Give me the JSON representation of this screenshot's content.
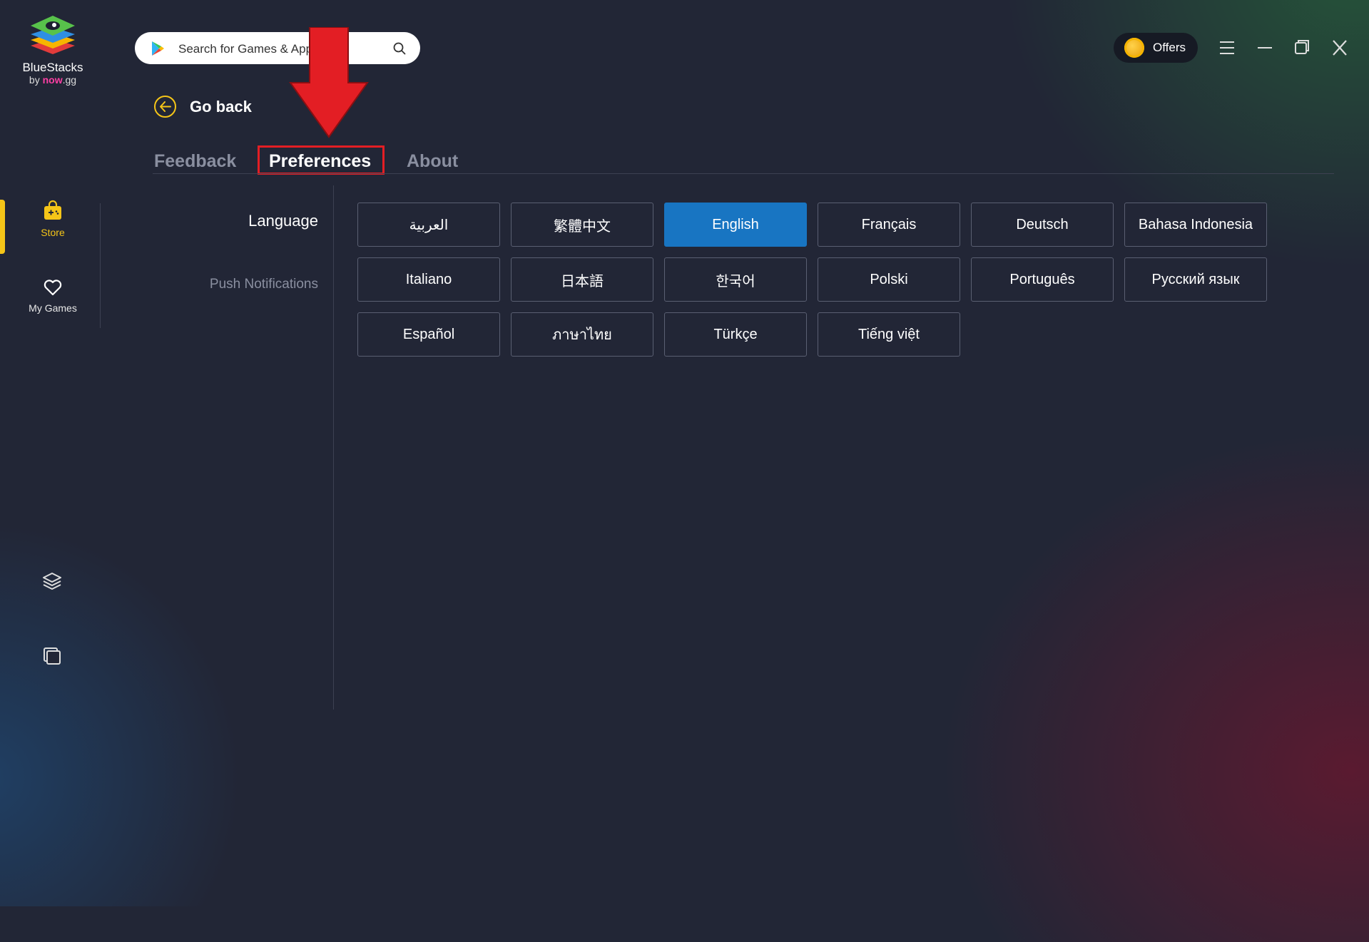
{
  "app": {
    "logo_name": "BlueStacks",
    "logo_by": "by",
    "logo_now": "now",
    "logo_gg": ".gg"
  },
  "sidebar": {
    "items": [
      {
        "label": "Store",
        "icon": "store-bag-icon",
        "active": true
      },
      {
        "label": "My Games",
        "icon": "heart-icon",
        "active": false
      }
    ],
    "bottom_icons": [
      "layers-icon",
      "multi-instance-icon"
    ]
  },
  "search": {
    "placeholder": "Search for Games & Apps"
  },
  "header": {
    "offers_label": "Offers",
    "window_controls": [
      "menu-icon",
      "minimize-icon",
      "restore-icon",
      "close-icon"
    ]
  },
  "nav": {
    "go_back": "Go back"
  },
  "tabs": [
    {
      "label": "Feedback",
      "active": false
    },
    {
      "label": "Preferences",
      "active": true
    },
    {
      "label": "About",
      "active": false
    }
  ],
  "settings_menu": {
    "language": "Language",
    "push_notifications": "Push Notifications"
  },
  "languages": [
    {
      "label": "العربية"
    },
    {
      "label": "繁體中文"
    },
    {
      "label": "English",
      "selected": true
    },
    {
      "label": "Français"
    },
    {
      "label": "Deutsch"
    },
    {
      "label": "Bahasa Indonesia"
    },
    {
      "label": "Italiano"
    },
    {
      "label": "日本語"
    },
    {
      "label": "한국어"
    },
    {
      "label": "Polski"
    },
    {
      "label": "Português"
    },
    {
      "label": "Русский язык"
    },
    {
      "label": "Español"
    },
    {
      "label": "ภาษาไทย"
    },
    {
      "label": "Türkçe"
    },
    {
      "label": "Tiếng việt"
    }
  ],
  "colors": {
    "background": "#222636",
    "accent_yellow": "#f5c518",
    "selected_blue": "#1875c2",
    "highlight_red": "#e31e24"
  }
}
